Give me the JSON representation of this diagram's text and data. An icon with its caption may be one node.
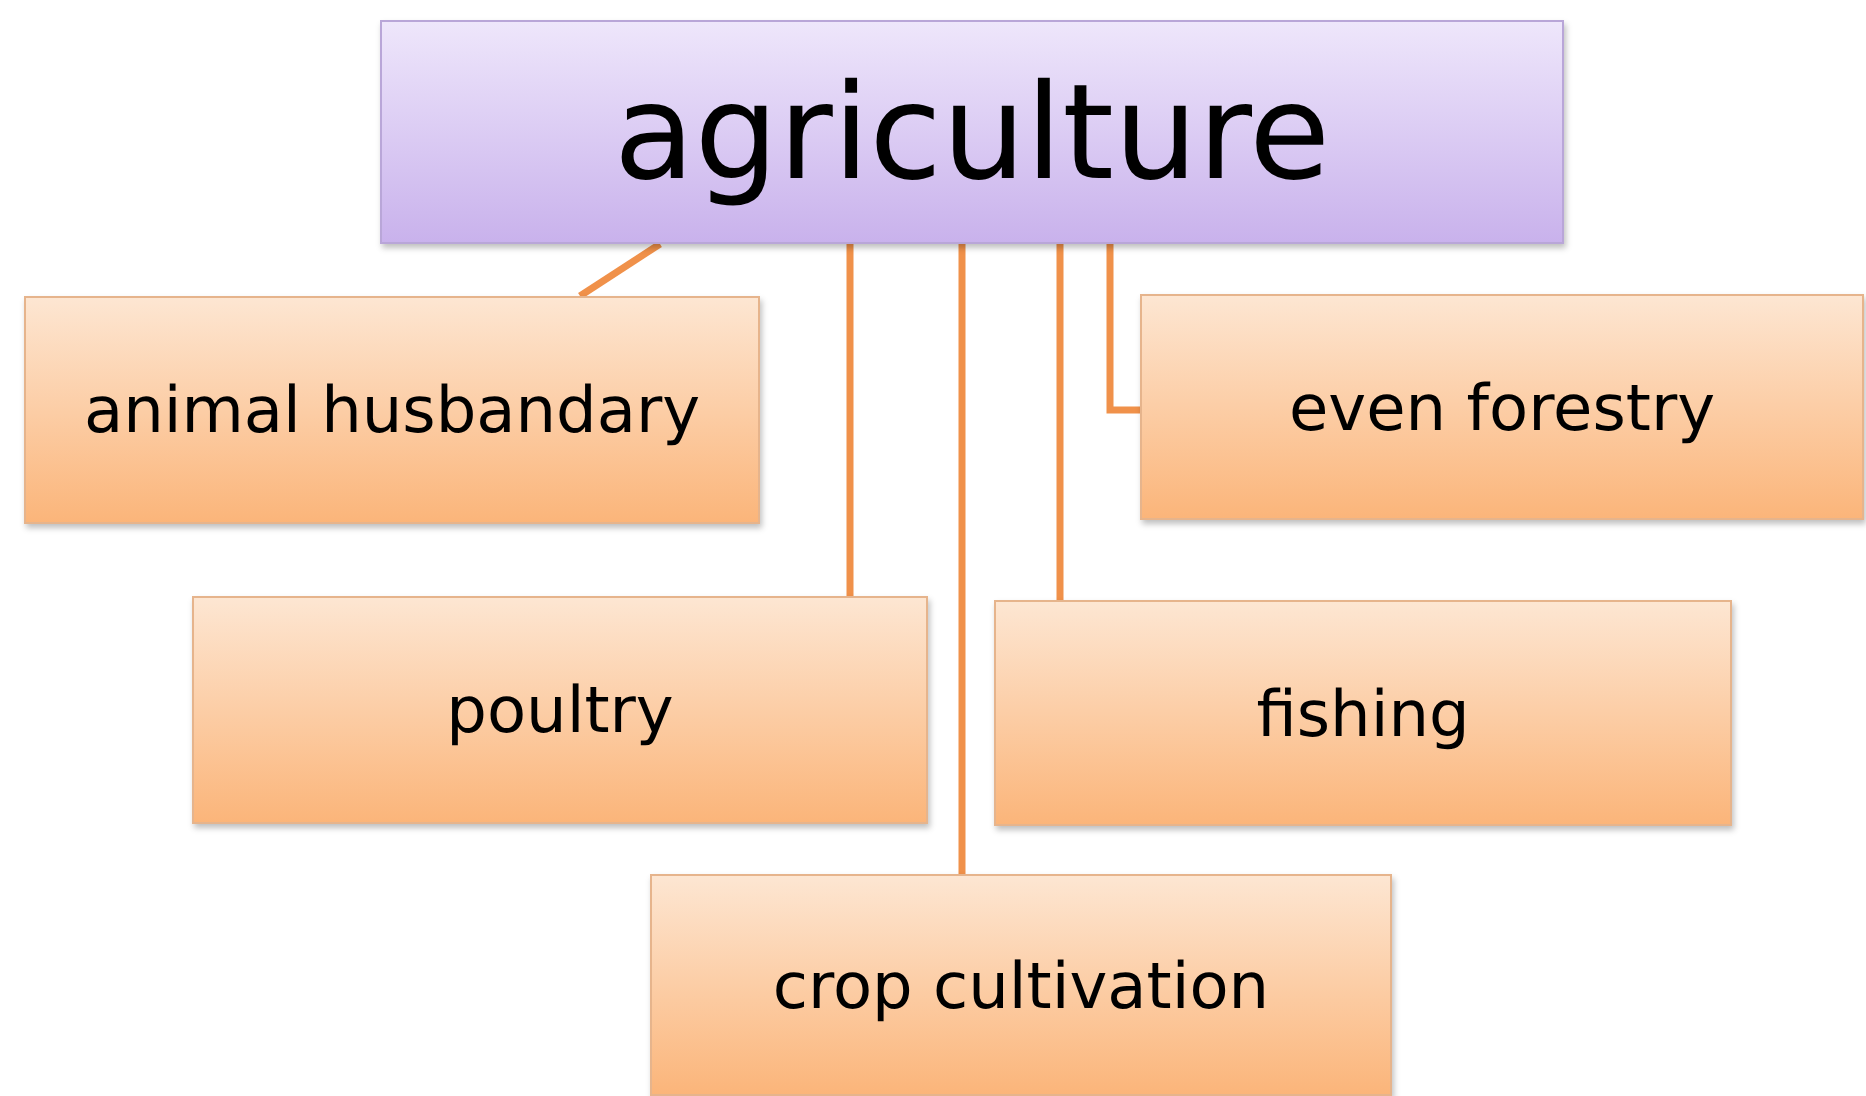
{
  "diagram": {
    "nodes": [
      {
        "text": [
          "agriculture"
        ]
      },
      {
        "text": [
          "animal husbandary"
        ]
      },
      {
        "text": [
          "even forestry"
        ]
      },
      {
        "text": [
          "poultry"
        ]
      },
      {
        "text": [
          "fishing"
        ]
      },
      {
        "text": [
          "crop cultivation"
        ]
      }
    ],
    "edges": [
      {
        "from": 0,
        "to": 1,
        "arrow": "none"
      },
      {
        "from": 0,
        "to": 3,
        "arrow": "none"
      },
      {
        "from": 0,
        "to": 5,
        "arrow": "none"
      },
      {
        "from": 0,
        "to": 4,
        "arrow": "none"
      },
      {
        "from": 0,
        "to": 2,
        "arrow": "none"
      }
    ]
  }
}
